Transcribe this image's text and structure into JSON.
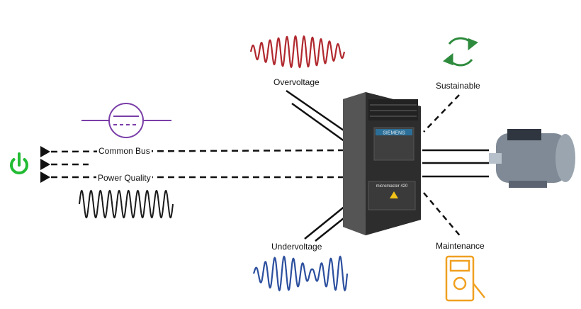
{
  "labels": {
    "overvoltage": "Overvoltage",
    "undervoltage": "Undervoltage",
    "sustainable": "Sustainable",
    "maintenance": "Maintenance",
    "common_bus": "Common Bus",
    "power_quality": "Power Quality"
  },
  "drive": {
    "brand": "SIEMENS",
    "model": "micromaster 420"
  },
  "colors": {
    "overvoltage_wave": "#b0282e",
    "undervoltage_wave": "#2c4f9e",
    "power_quality_wave": "#1a1a1a",
    "transformer_symbol": "#7a3ea8",
    "power_icon": "#22bb33",
    "recycle_icon": "#2e8b3d",
    "multimeter_icon": "#f0a020"
  },
  "icons": [
    "power-icon",
    "transformer-symbol",
    "recycle-icon",
    "multimeter-icon",
    "motor-image",
    "vfd-drive-image"
  ]
}
